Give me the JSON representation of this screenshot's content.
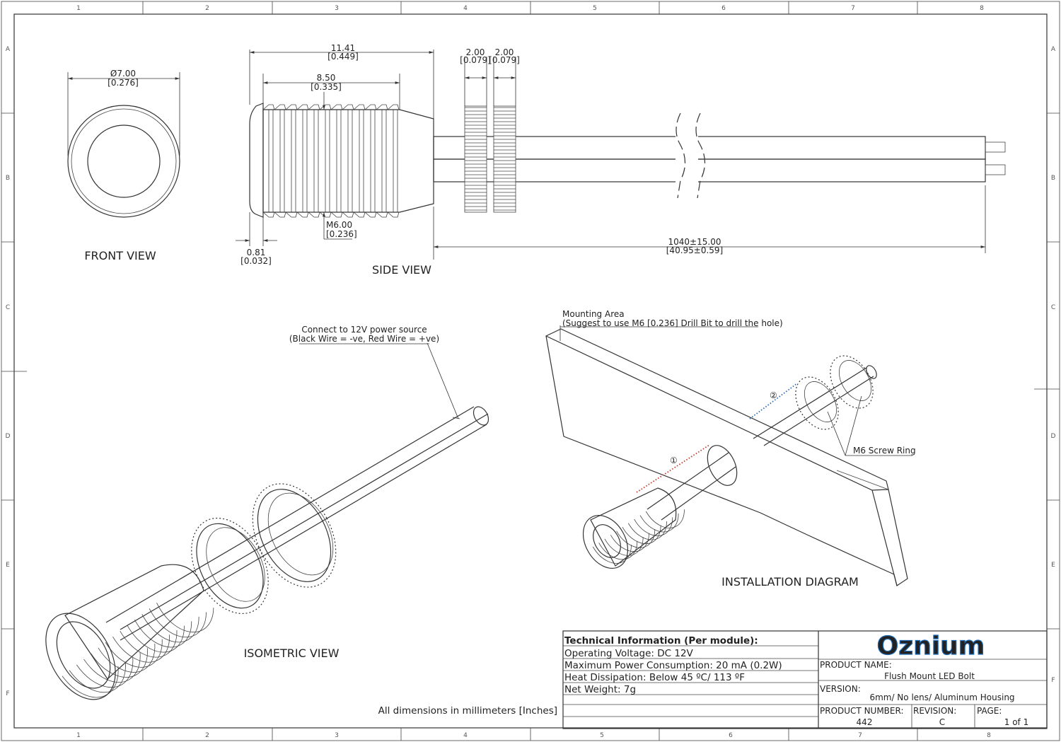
{
  "grid": {
    "columns": [
      "1",
      "2",
      "3",
      "4",
      "5",
      "6",
      "7",
      "8"
    ],
    "rows": [
      "A",
      "B",
      "C",
      "D",
      "E",
      "F"
    ]
  },
  "views": {
    "front": "FRONT VIEW",
    "side": "SIDE VIEW",
    "isometric": "ISOMETRIC VIEW",
    "installation": "INSTALLATION DIAGRAM"
  },
  "dimensions": {
    "front_dia_mm": "Ø7.00",
    "front_dia_in": "[0.276]",
    "overall_mm": "11.41",
    "overall_in": "[0.449]",
    "thread_len_mm": "8.50",
    "thread_len_in": "[0.335]",
    "ring1_mm": "2.00",
    "ring1_in": "[0.079]",
    "ring2_mm": "2.00",
    "ring2_in": "[0.079]",
    "thread_mm": "M6.00",
    "thread_in": "[0.236]",
    "flange_mm": "0.81",
    "flange_in": "[0.032]",
    "wire_mm": "1040±15.00",
    "wire_in": "[40.95±0.59]"
  },
  "annotations": {
    "power_line1": "Connect to 12V power source",
    "power_line2": "(Black Wire = -ve, Red Wire = +ve)",
    "mount_line1": "Mounting Area",
    "mount_line2": "(Suggest to use M6 [0.236] Drill Bit to drill the hole)",
    "screw_ring": "M6 Screw Ring",
    "step1": "①",
    "step2": "②",
    "units_note": "All dimensions in millimeters [Inches]"
  },
  "tech_info": {
    "heading": "Technical Information (Per module):",
    "voltage": "Operating Voltage: DC 12V",
    "power": "Maximum Power Consumption: 20 mA (0.2W)",
    "heat": "Heat Dissipation: Below 45 ºC/ 113 ºF",
    "weight": "Net Weight: 7g"
  },
  "title_block": {
    "logo": "Oznium",
    "product_name_label": "PRODUCT NAME:",
    "product_name": "Flush Mount LED Bolt",
    "version_label": "VERSION:",
    "version": "6mm/ No lens/ Aluminum Housing",
    "product_number_label": "PRODUCT NUMBER:",
    "product_number": "442",
    "revision_label": "REVISION:",
    "revision": "C",
    "page_label": "PAGE:",
    "page": "1 of 1"
  },
  "colors": {
    "logo_green": "#5cb82e",
    "logo_blue": "#1f6bb8",
    "step1_dots": "#c0392b",
    "step2_dots": "#2e6bb0"
  }
}
